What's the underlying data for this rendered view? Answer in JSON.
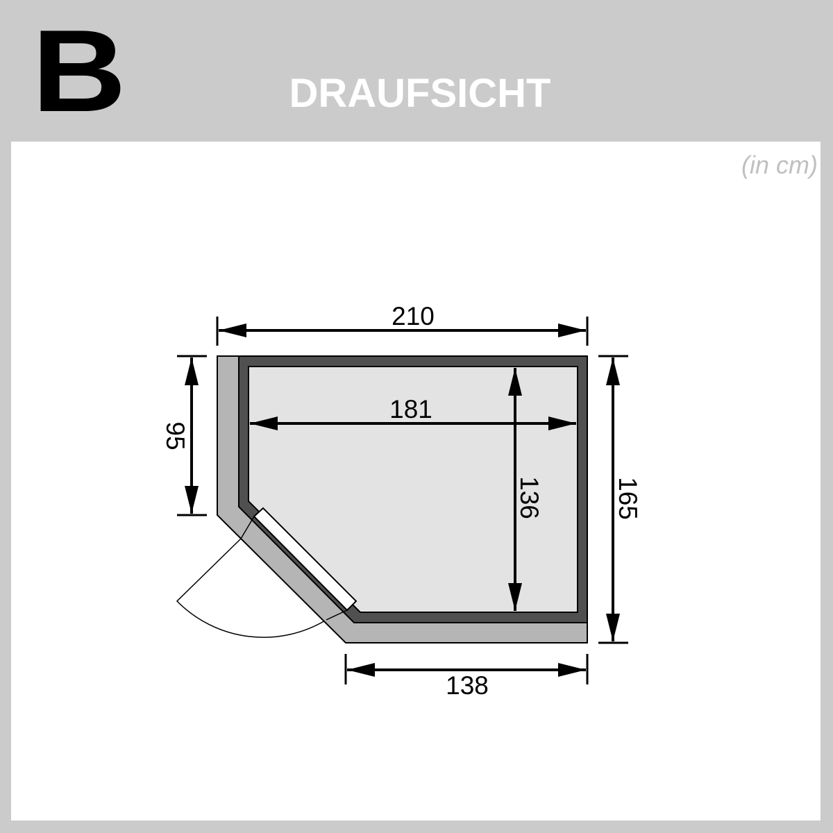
{
  "header": {
    "variant_letter": "B",
    "title": "DRAUFSICHT"
  },
  "panel": {
    "units": "(in cm)"
  },
  "dimensions": {
    "outer_width_top": "210",
    "inner_width": "181",
    "inner_depth": "136",
    "outer_depth_right": "165",
    "left_wall_length": "95",
    "bottom_wall_length": "138"
  },
  "colors": {
    "background": "#cbcbcb",
    "panel": "#ffffff",
    "outer_wall": "#b5b5b5",
    "inner_wall": "#505050",
    "floor": "#e3e3e3",
    "door_glass": "#ffffff",
    "line": "#000000",
    "units_text": "#c0c0c0"
  }
}
